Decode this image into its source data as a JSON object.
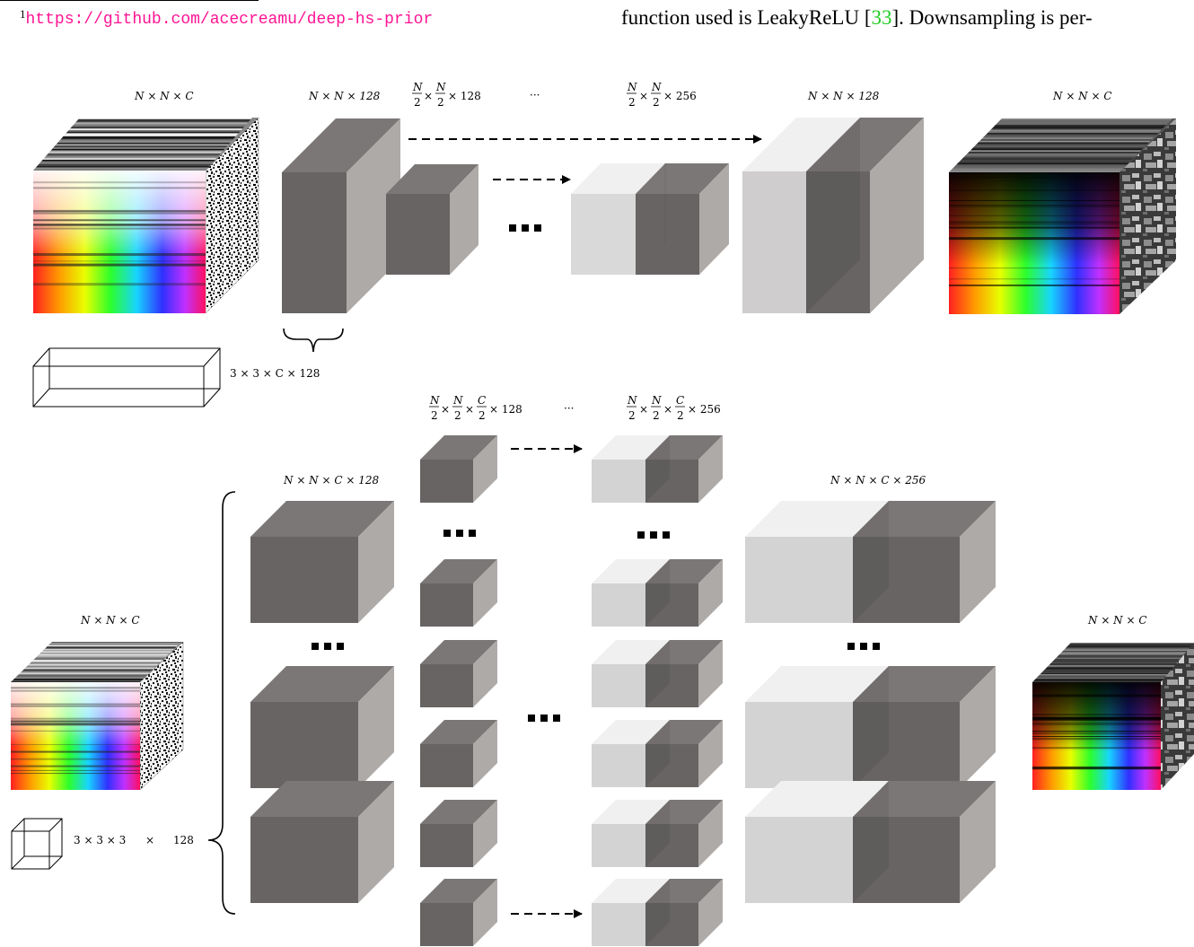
{
  "footnote": {
    "number": "1",
    "url": "https://github.com/acecreamu/deep-hs-prior"
  },
  "body_text": {
    "before_ref": "function used is LeakyReLU [",
    "ref": "33",
    "after_ref": "].  Downsampling is per-"
  },
  "figure": {
    "top": {
      "input_label": "N × N × C",
      "enc1_label": "N × N × 128",
      "enc2_label": "N/2 × N/2 × 128",
      "ellipsis_label": "···",
      "enc3_label": "N/2 × N/2 × 256",
      "dec_label": "N × N × 128",
      "output_label": "N × N × C",
      "kernel_label": "3 × 3 × C  ×  128"
    },
    "bottom": {
      "input_label": "N × N × C",
      "enc1_label": "N × N × C × 128",
      "enc2_label": "N/2 × N/2 × C/2 × 128",
      "ellipsis_label": "···",
      "enc3_label": "N/2 × N/2 × C/2 × 256",
      "dec_label": "N × N × C × 256",
      "output_label": "N × N × C",
      "kernel_label_a": "3 × 3 × 3",
      "kernel_label_b": "×",
      "kernel_label_c": "128"
    }
  }
}
